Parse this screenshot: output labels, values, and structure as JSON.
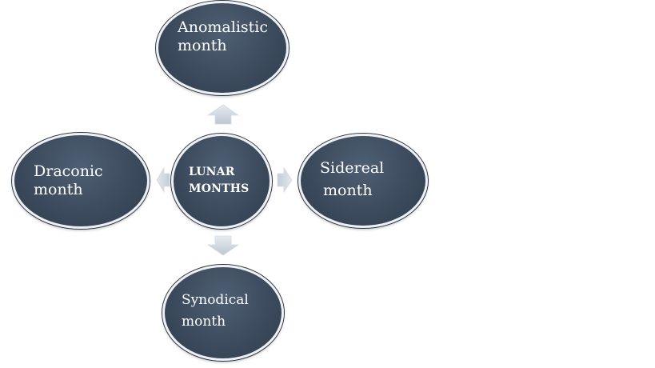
{
  "diagram": {
    "center": {
      "line1": "LUNAR",
      "line2": "MONTHS"
    },
    "top": {
      "line1": "Anomalistic",
      "line2": "month"
    },
    "left": {
      "line1": "Draconic",
      "line2": "month"
    },
    "right": {
      "line1": "Sidereal",
      "line2": "month"
    },
    "bottom": {
      "line1": "Synodical",
      "line2": "month"
    },
    "colors": {
      "node_fill": "#3b4a5c",
      "node_border": "#eef0f3",
      "arrow_fill": "#cfd6e0",
      "text": "#ffffff"
    }
  }
}
